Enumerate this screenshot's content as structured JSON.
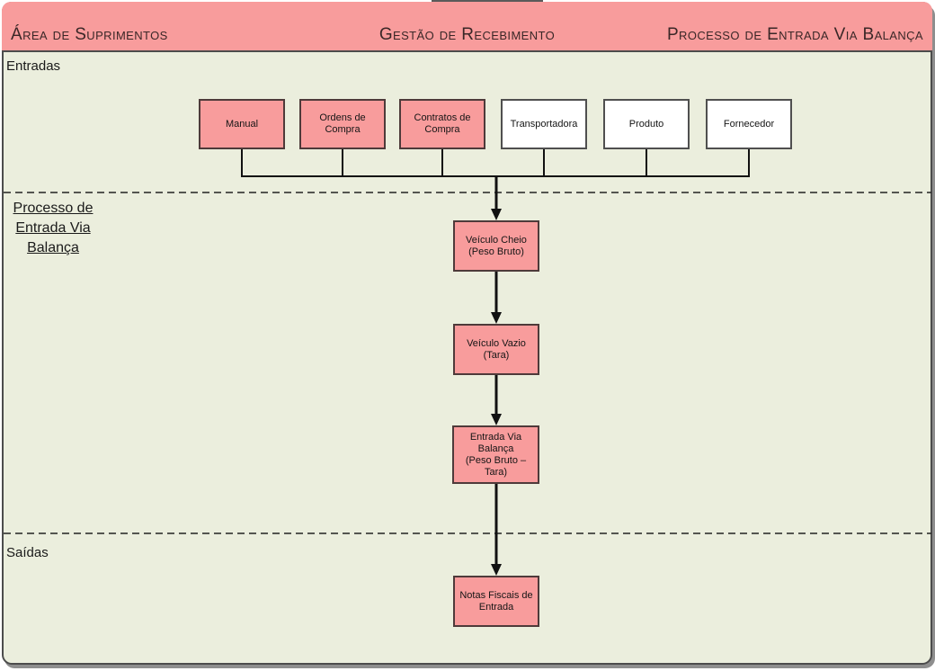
{
  "header": {
    "left_title": "Área de Suprimentos",
    "center_title": "Gestão de Recebimento",
    "right_title": "Processo de Entrada Via Balança"
  },
  "lanes": {
    "entradas_label": "Entradas",
    "processo_label": "Processo de\nEntrada Via\nBalança",
    "saidas_label": "Saídas"
  },
  "input_boxes": [
    {
      "label": "Manual",
      "variant": "pink"
    },
    {
      "label": "Ordens de\nCompra",
      "variant": "pink"
    },
    {
      "label": "Contratos de\nCompra",
      "variant": "pink"
    },
    {
      "label": "Transportadora",
      "variant": "white"
    },
    {
      "label": "Produto",
      "variant": "white"
    },
    {
      "label": "Fornecedor",
      "variant": "white"
    }
  ],
  "process_boxes": [
    {
      "label": "Veículo Cheio\n(Peso Bruto)"
    },
    {
      "label": "Veículo Vazio\n(Tara)"
    },
    {
      "label": "Entrada Via\nBalança\n(Peso Bruto –\nTara)"
    }
  ],
  "output_boxes": [
    {
      "label": "Notas Fiscais de\nEntrada"
    }
  ],
  "colors": {
    "accent_pink": "#f89c9c",
    "canvas_background": "#ebeedd",
    "border_dark": "#4c4c4c",
    "header_text": "#3a2727",
    "connector_black": "#111111",
    "shadow_gray": "#8e8e8e"
  }
}
